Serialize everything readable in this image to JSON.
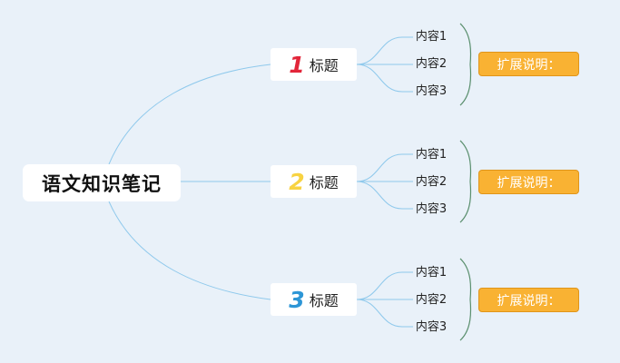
{
  "root": {
    "title": "语文知识笔记"
  },
  "topics": [
    {
      "number": "1",
      "label": "标题",
      "color": "#e2263a",
      "items": [
        "内容1",
        "内容2",
        "内容3"
      ],
      "note": "扩展说明："
    },
    {
      "number": "2",
      "label": "标题",
      "color": "#f8d342",
      "items": [
        "内容1",
        "内容2",
        "内容3"
      ],
      "note": "扩展说明："
    },
    {
      "number": "3",
      "label": "标题",
      "color": "#2d96d6",
      "items": [
        "内容1",
        "内容2",
        "内容3"
      ],
      "note": "扩展说明："
    }
  ],
  "colors": {
    "background": "#e9f1f9",
    "connector": "#8fc9ec",
    "bracket": "#5a8f6e",
    "note_fill": "#f9b233"
  }
}
